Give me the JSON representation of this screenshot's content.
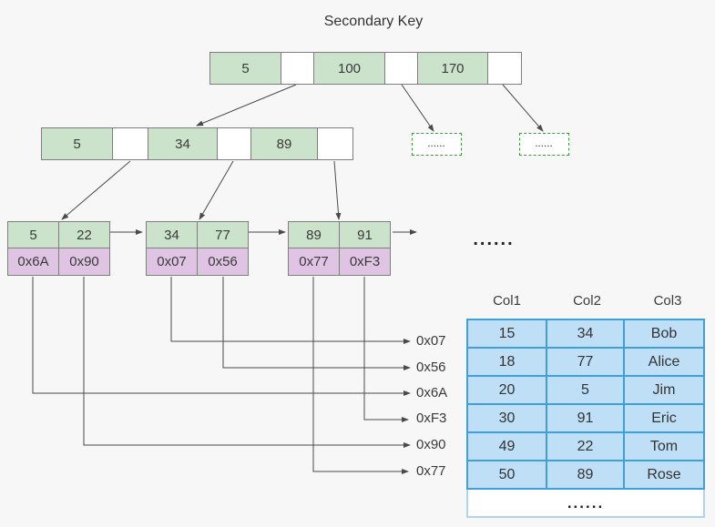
{
  "title": "Secondary Key",
  "root_node": {
    "cells": [
      "5",
      "",
      "100",
      "",
      "170",
      ""
    ]
  },
  "internal_node": {
    "cells": [
      "5",
      "",
      "34",
      "",
      "89",
      ""
    ]
  },
  "leaf_nodes": [
    {
      "keys": [
        "5",
        "22"
      ],
      "pointers": [
        "0x6A",
        "0x90"
      ]
    },
    {
      "keys": [
        "34",
        "77"
      ],
      "pointers": [
        "0x07",
        "0x56"
      ]
    },
    {
      "keys": [
        "89",
        "91"
      ],
      "pointers": [
        "0x77",
        "0xF3"
      ]
    }
  ],
  "dotted_boxes": [
    {
      "label": "......"
    },
    {
      "label": "......"
    }
  ],
  "leaf_chain_ellipsis": "......",
  "address_labels": [
    "0x07",
    "0x56",
    "0x6A",
    "0xF3",
    "0x90",
    "0x77"
  ],
  "table": {
    "headers": [
      "Col1",
      "Col2",
      "Col3"
    ],
    "rows": [
      [
        "15",
        "34",
        "Bob"
      ],
      [
        "18",
        "77",
        "Alice"
      ],
      [
        "20",
        "5",
        "Jim"
      ],
      [
        "30",
        "91",
        "Eric"
      ],
      [
        "49",
        "22",
        "Tom"
      ],
      [
        "50",
        "89",
        "Rose"
      ]
    ],
    "ellipsis_row": "......"
  },
  "colors": {
    "background": "#f7f7f8",
    "key_cell_fill": "#cbe3cb",
    "pointer_cell_fill": "#dfc5e3",
    "node_border": "#7e7e7e",
    "table_cell_fill": "#bedff6",
    "table_border": "#3f9fdb",
    "dotted_box_border": "#3d9b3d",
    "arrow_color": "#4a4a4a"
  }
}
